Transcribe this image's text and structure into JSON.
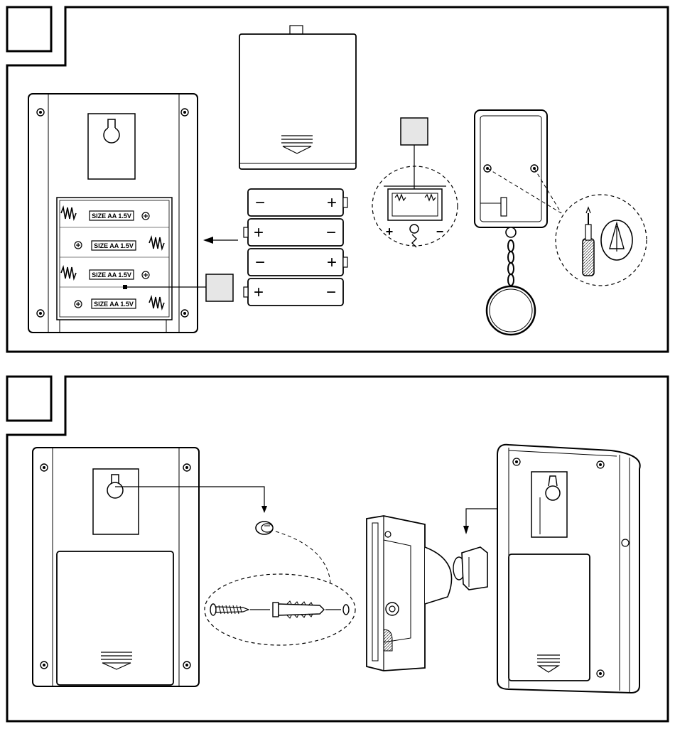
{
  "panel1": {
    "step_number": "",
    "callout_box": "",
    "keyfob_callout_box": "",
    "battery_slot_labels": [
      "SIZE AA 1.5V",
      "SIZE AA 1.5V",
      "SIZE AA 1.5V",
      "SIZE AA 1.5V"
    ],
    "battery_count": 4,
    "battery_orientation": [
      "minus-left",
      "plus-left",
      "minus-left",
      "plus-left"
    ],
    "polarity_plus": "+",
    "polarity_minus": "−",
    "keyfob_polarity": [
      "+",
      "−"
    ]
  },
  "panel2": {
    "step_number": ""
  },
  "colors": {
    "line": "#000000",
    "fill": "#ffffff",
    "callout_fill": "#e6e6e6",
    "shadow": "#d9d9d9"
  },
  "icons": [
    "screwdriver-icon",
    "screw-icon",
    "wall-plug-icon",
    "keyhole-icon",
    "keyring-icon",
    "arrow-icon"
  ]
}
